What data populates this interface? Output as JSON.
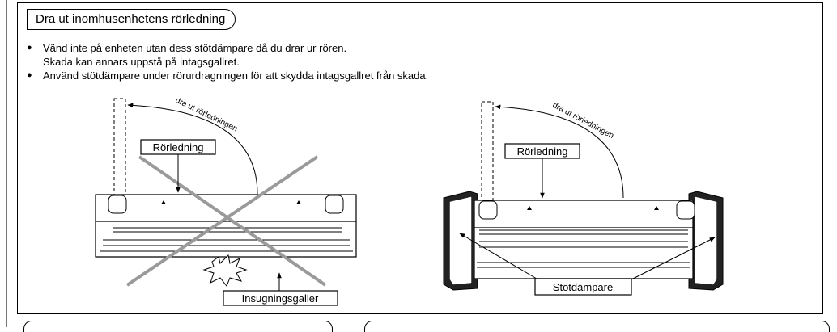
{
  "section": {
    "title": "Dra ut inomhusenhetens rörledning",
    "bullets": [
      {
        "line1": "Vänd inte på enheten utan dess stötdämpare då du drar ur rören.",
        "line2": "Skada kan annars uppstå på intagsgallret."
      },
      {
        "line1": "Använd stötdämpare under rörurdragningen för att skydda intagsgallret från skada."
      }
    ]
  },
  "left_figure": {
    "arc_label": "dra ut rörledningen",
    "pipe_label": "Rörledning",
    "grille_label": "Insugningsgaller",
    "crossed_out": true
  },
  "right_figure": {
    "arc_label": "dra ut rörledningen",
    "pipe_label": "Rörledning",
    "damper_label": "Stötdämpare"
  }
}
